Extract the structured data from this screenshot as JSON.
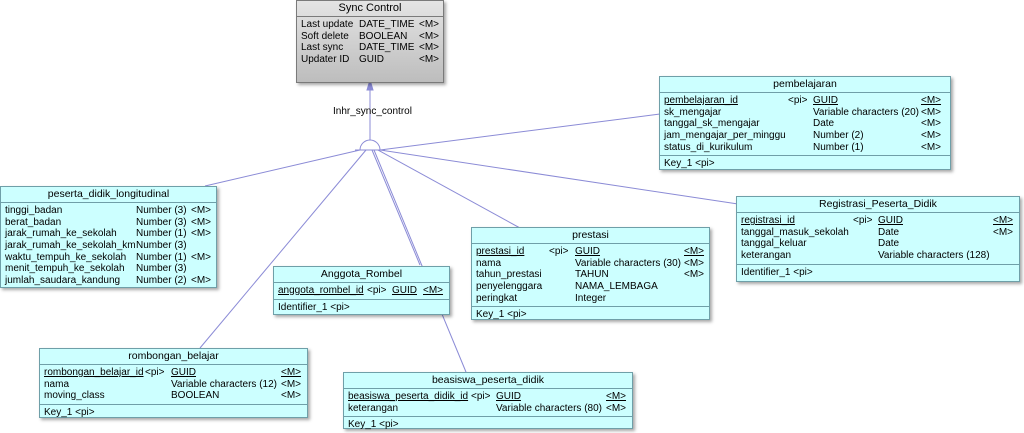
{
  "inheritance_label": "Inhr_sync_control",
  "entities": {
    "sync_control": {
      "title": "Sync Control",
      "rows": [
        {
          "attr": "Last update",
          "type": "DATE_TIME",
          "mand": "<M>"
        },
        {
          "attr": "Soft delete",
          "type": "BOOLEAN",
          "mand": "<M>"
        },
        {
          "attr": "Last sync",
          "type": "DATE_TIME",
          "mand": "<M>"
        },
        {
          "attr": "Updater ID",
          "type": "GUID",
          "mand": "<M>"
        }
      ]
    },
    "pembelajaran": {
      "title": "pembelajaran",
      "rows": [
        {
          "attr": "pembelajaran_id",
          "pi": "<pi>",
          "type": "GUID",
          "mand": "<M>"
        },
        {
          "attr": "sk_mengajar",
          "pi": "",
          "type": "Variable characters (20)",
          "mand": "<M>"
        },
        {
          "attr": "tanggal_sk_mengajar",
          "pi": "",
          "type": "Date",
          "mand": "<M>"
        },
        {
          "attr": "jam_mengajar_per_minggu",
          "pi": "",
          "type": "Number (2)",
          "mand": "<M>"
        },
        {
          "attr": "status_di_kurikulum",
          "pi": "",
          "type": "Number (1)",
          "mand": "<M>"
        }
      ],
      "key": "Key_1  <pi>"
    },
    "peserta_didik_longitudinal": {
      "title": "peserta_didik_longitudinal",
      "rows": [
        {
          "attr": "tinggi_badan",
          "type": "Number (3)",
          "mand": "<M>"
        },
        {
          "attr": "berat_badan",
          "type": "Number (3)",
          "mand": "<M>"
        },
        {
          "attr": "jarak_rumah_ke_sekolah",
          "type": "Number (1)",
          "mand": "<M>"
        },
        {
          "attr": "jarak_rumah_ke_sekolah_km",
          "type": "Number (3)",
          "mand": ""
        },
        {
          "attr": "waktu_tempuh_ke_sekolah",
          "type": "Number (1)",
          "mand": "<M>"
        },
        {
          "attr": "menit_tempuh_ke_sekolah",
          "type": "Number (3)",
          "mand": ""
        },
        {
          "attr": "jumlah_saudara_kandung",
          "type": "Number (2)",
          "mand": "<M>"
        }
      ]
    },
    "registrasi_peserta_didik": {
      "title": "Registrasi_Peserta_Didik",
      "rows": [
        {
          "attr": "registrasi_id",
          "pi": "<pi>",
          "type": "GUID",
          "mand": "<M>"
        },
        {
          "attr": "tanggal_masuk_sekolah",
          "pi": "",
          "type": "Date",
          "mand": "<M>"
        },
        {
          "attr": "tanggal_keluar",
          "pi": "",
          "type": "Date",
          "mand": ""
        },
        {
          "attr": "keterangan",
          "pi": "",
          "type": "Variable characters (128)",
          "mand": ""
        }
      ],
      "key": "Identifier_1  <pi>"
    },
    "prestasi": {
      "title": "prestasi",
      "rows": [
        {
          "attr": "prestasi_id",
          "pi": "<pi>",
          "type": "GUID",
          "mand": "<M>"
        },
        {
          "attr": "nama",
          "pi": "",
          "type": "Variable characters (30)",
          "mand": "<M>"
        },
        {
          "attr": "tahun_prestasi",
          "pi": "",
          "type": "TAHUN",
          "mand": "<M>"
        },
        {
          "attr": "penyelenggara",
          "pi": "",
          "type": "NAMA_LEMBAGA",
          "mand": ""
        },
        {
          "attr": "peringkat",
          "pi": "",
          "type": "Integer",
          "mand": ""
        }
      ],
      "key": "Key_1  <pi>"
    },
    "anggota_rombel": {
      "title": "Anggota_Rombel",
      "rows": [
        {
          "attr": "anggota_rombel_id",
          "pi": "<pi>",
          "type": "GUID",
          "mand": "<M>"
        }
      ],
      "key": "Identifier_1  <pi>"
    },
    "rombongan_belajar": {
      "title": "rombongan_belajar",
      "rows": [
        {
          "attr": "rombongan_belajar_id",
          "pi": "<pi>",
          "type": "GUID",
          "mand": "<M>"
        },
        {
          "attr": "nama",
          "pi": "",
          "type": "Variable characters (12)",
          "mand": "<M>"
        },
        {
          "attr": "moving_class",
          "pi": "",
          "type": "BOOLEAN",
          "mand": "<M>"
        }
      ],
      "key": "Key_1  <pi>"
    },
    "beasiswa_peserta_didik": {
      "title": "beasiswa_peserta_didik",
      "rows": [
        {
          "attr": "beasiswa_peserta_didik_id",
          "pi": "<pi>",
          "type": "GUID",
          "mand": "<M>"
        },
        {
          "attr": "keterangan",
          "pi": "",
          "type": "Variable characters (80)",
          "mand": "<M>"
        }
      ],
      "key": "Key_1  <pi>"
    }
  }
}
